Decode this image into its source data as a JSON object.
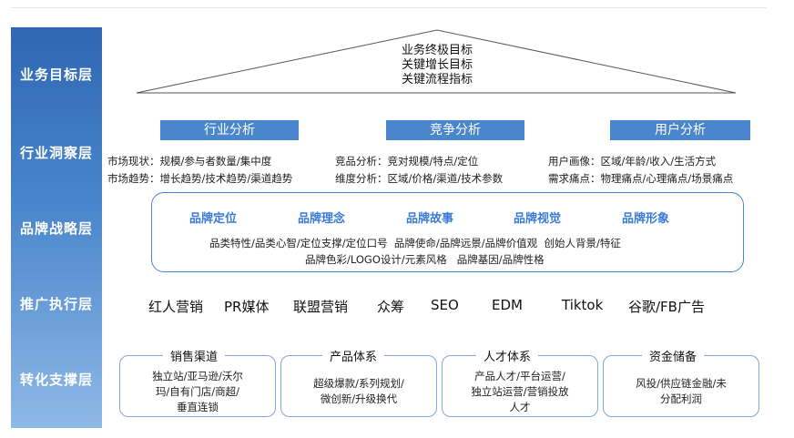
{
  "layers": [
    "业务目标层",
    "行业洞察层",
    "品牌战略层",
    "推广执行层",
    "转化支撑层"
  ],
  "goals": [
    "业务终极目标",
    "关键增长目标",
    "关键流程指标"
  ],
  "analysis": [
    {
      "title": "行业分析",
      "lines": [
        "市场现状：规模/参与者数量/集中度",
        "市场趋势：增长趋势/技术趋势/渠道趋势"
      ]
    },
    {
      "title": "竞争分析",
      "lines": [
        "竞品分析：竞对规模/特点/定位",
        "维度分析：区域/价格/渠道/技术参数"
      ]
    },
    {
      "title": "用户分析",
      "lines": [
        "用户画像：区域/年龄/收入/生活方式",
        "需求痛点：物理痛点/心理痛点/场景痛点"
      ]
    }
  ],
  "brand": {
    "items": [
      "品牌定位",
      "品牌理念",
      "品牌故事",
      "品牌视觉",
      "品牌形象"
    ],
    "desc": [
      "品类特性/品类心智/定位支撑/定位口号  品牌使命/品牌远景/品牌价值观  创始人背景/特征",
      "品牌色彩/LOGO设计/元素风格   品牌基因/品牌性格"
    ]
  },
  "promotion": [
    "红人营销",
    "PR媒体",
    "联盟营销",
    "众筹",
    "SEO",
    "EDM",
    "Tiktok",
    "谷歌/FB广告"
  ],
  "support": [
    {
      "title": "销售渠道",
      "lines": [
        "独立站/亚马逊/沃尔",
        "玛/自有门店/商超/",
        "垂直连锁"
      ]
    },
    {
      "title": "产品体系",
      "lines": [
        "超级爆款/系列规划/",
        "微创新/升级换代"
      ]
    },
    {
      "title": "人才体系",
      "lines": [
        "产品人才/平台运营/",
        "独立站运营/营销投放",
        "人才"
      ]
    },
    {
      "title": "资金储备",
      "lines": [
        "风投/供应链金融/未",
        "分配利润"
      ]
    }
  ],
  "colors": {
    "accent": "#4a86cc",
    "layer_bar": "#2f67b2",
    "brand_text": "#3a7bd5"
  }
}
